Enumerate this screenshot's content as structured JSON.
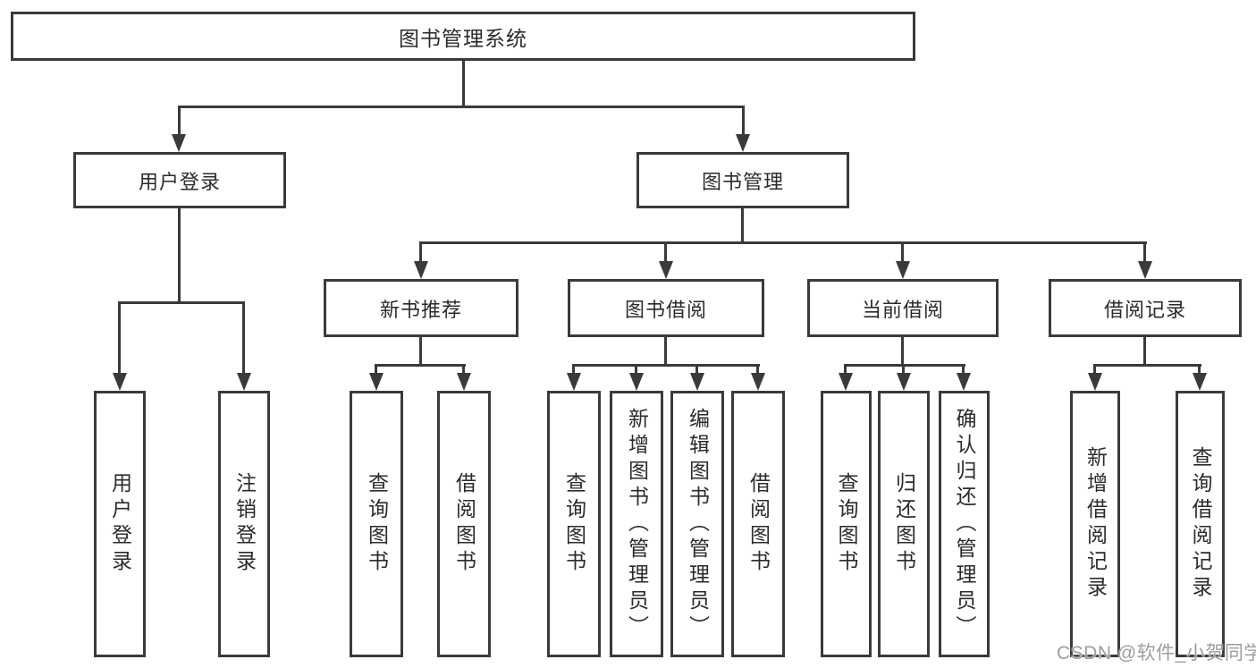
{
  "colors": {
    "line": "#3a3a3c",
    "box_fill": "#ffffff",
    "text": "#2b2b2e",
    "watermark": "#9d9d9d",
    "background": "#ffffff"
  },
  "watermark": "CSDN @软件_小贺同学",
  "root": {
    "label": "图书管理系统"
  },
  "branches": [
    {
      "label": "用户登录",
      "children": [
        "用户登录",
        "注销登录"
      ]
    },
    {
      "label": "图书管理",
      "sections": [
        {
          "label": "新书推荐",
          "children": [
            "查询图书",
            "借阅图书"
          ]
        },
        {
          "label": "图书借阅",
          "children": [
            "查询图书",
            "新增图书（管理员）",
            "编辑图书（管理员）",
            "借阅图书"
          ]
        },
        {
          "label": "当前借阅",
          "children": [
            "查询图书",
            "归还图书",
            "确认归还（管理员）"
          ]
        },
        {
          "label": "借阅记录",
          "children": [
            "新增借阅记录",
            "查询借阅记录"
          ]
        }
      ]
    }
  ]
}
